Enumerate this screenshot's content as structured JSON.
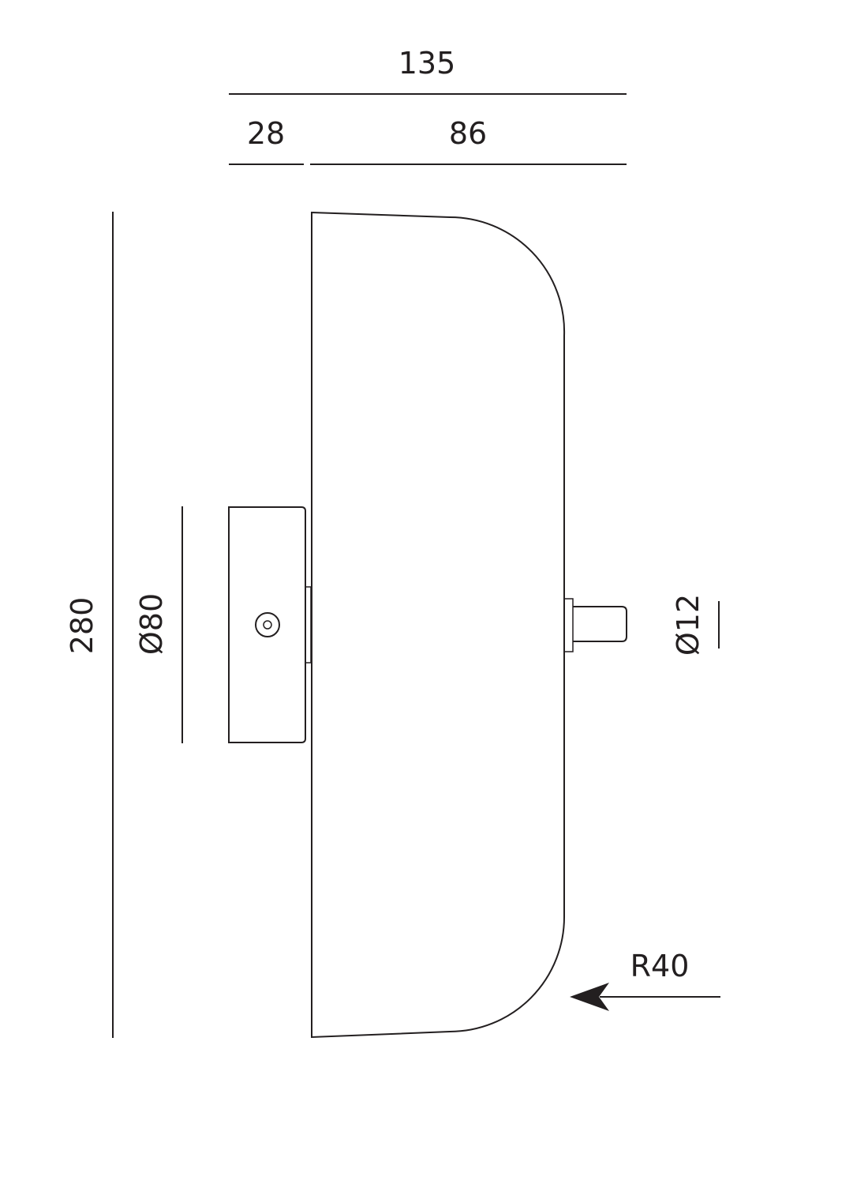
{
  "diagram": {
    "line_color": "#231f20",
    "background": "#ffffff",
    "dimensions": {
      "overall_depth": "135",
      "base_depth": "28",
      "shade_depth": "86",
      "height": "280",
      "base_diameter": "Ø80",
      "pin_diameter": "Ø12",
      "corner_radius": "R40"
    }
  }
}
